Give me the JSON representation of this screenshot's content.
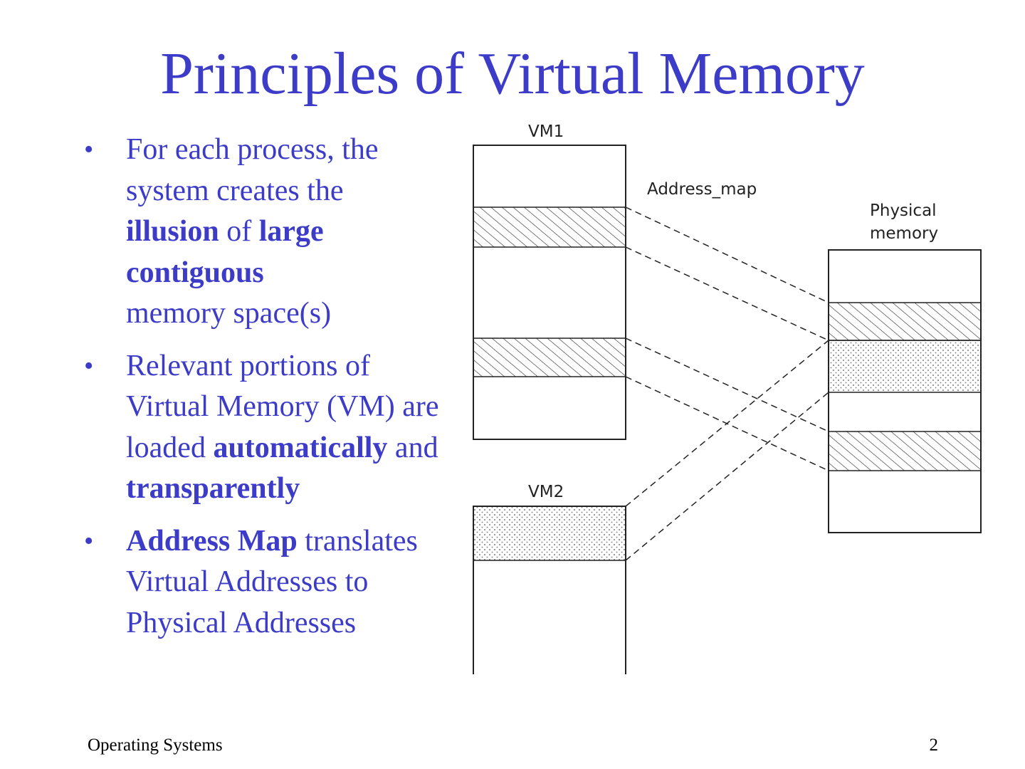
{
  "slide": {
    "title": "Principles of Virtual Memory"
  },
  "bullets": [
    {
      "segments": [
        {
          "text": "For each process, the system creates the ",
          "bold": false
        },
        {
          "text": "illusion",
          "bold": true
        },
        {
          "text": " of ",
          "bold": false
        },
        {
          "text": "large contiguous",
          "bold": true
        },
        {
          "text": " memory space(s)",
          "bold": false
        }
      ]
    },
    {
      "segments": [
        {
          "text": "Relevant portions of Virtual Memory (VM) are loaded ",
          "bold": false
        },
        {
          "text": "automatically",
          "bold": true
        },
        {
          "text": " and ",
          "bold": false
        },
        {
          "text": "transparently",
          "bold": true
        }
      ]
    },
    {
      "segments": [
        {
          "text": "Address Map",
          "bold": true
        },
        {
          "text": " translates Virtual Addresses to Physical Addresses",
          "bold": false
        }
      ]
    }
  ],
  "bullet_symbol": "•",
  "diagram": {
    "vm1_label": "VM1",
    "vm2_label": "VM2",
    "address_map_label": "Address_map",
    "physical_label_line1": "Physical",
    "physical_label_line2": "memory"
  },
  "footer": {
    "left": "Operating Systems",
    "right": "2"
  },
  "colors": {
    "title": "#3c3cc8",
    "body": "#3c3cc8"
  }
}
